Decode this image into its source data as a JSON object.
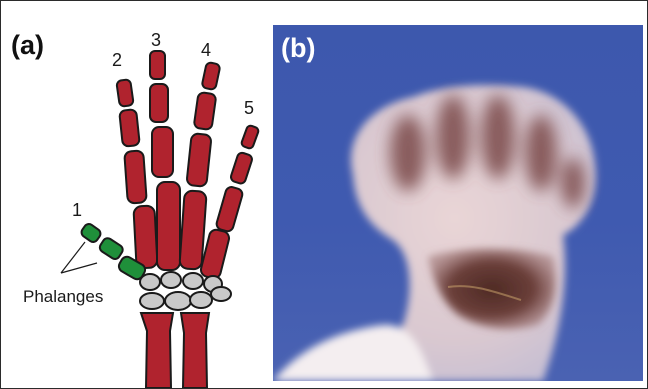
{
  "panel_a": {
    "label": "(a)",
    "digit_labels": [
      "1",
      "2",
      "3",
      "4",
      "5"
    ],
    "phalanges_label": "Phalanges",
    "colors": {
      "bone": "#b0232e",
      "digit1_phalanges": "#1f8f3a",
      "carpals": "#c9c9c9",
      "outline": "#1a1a1a"
    }
  },
  "panel_b": {
    "label": "(b)",
    "colors": {
      "background": "#3e59ae",
      "tissue": "#ddd0d3",
      "stain": "#6b3f3a"
    }
  }
}
